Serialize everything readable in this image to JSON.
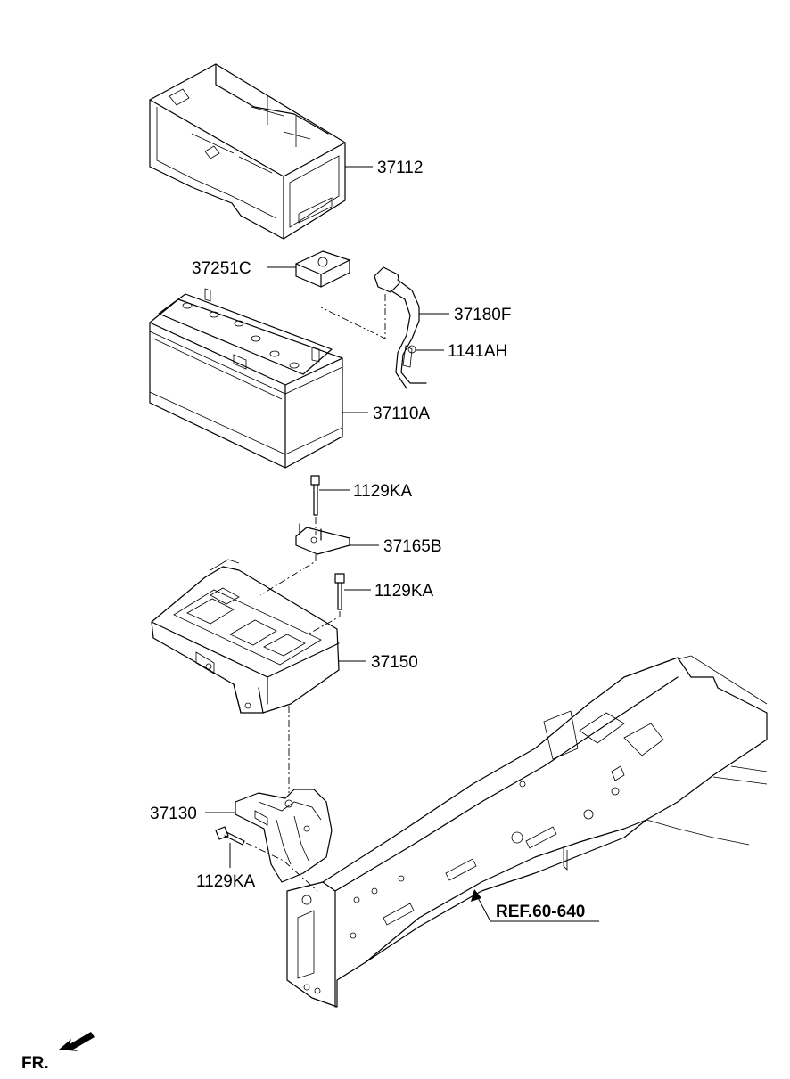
{
  "labels": {
    "p37112": "37112",
    "p37251C": "37251C",
    "p37180F": "37180F",
    "p1141AH": "1141AH",
    "p37110A": "37110A",
    "p1129KA_a": "1129KA",
    "p37165B": "37165B",
    "p1129KA_b": "1129KA",
    "p37150": "37150",
    "p37130": "37130",
    "p1129KA_c": "1129KA",
    "ref": "REF.60-640",
    "front": "FR."
  }
}
